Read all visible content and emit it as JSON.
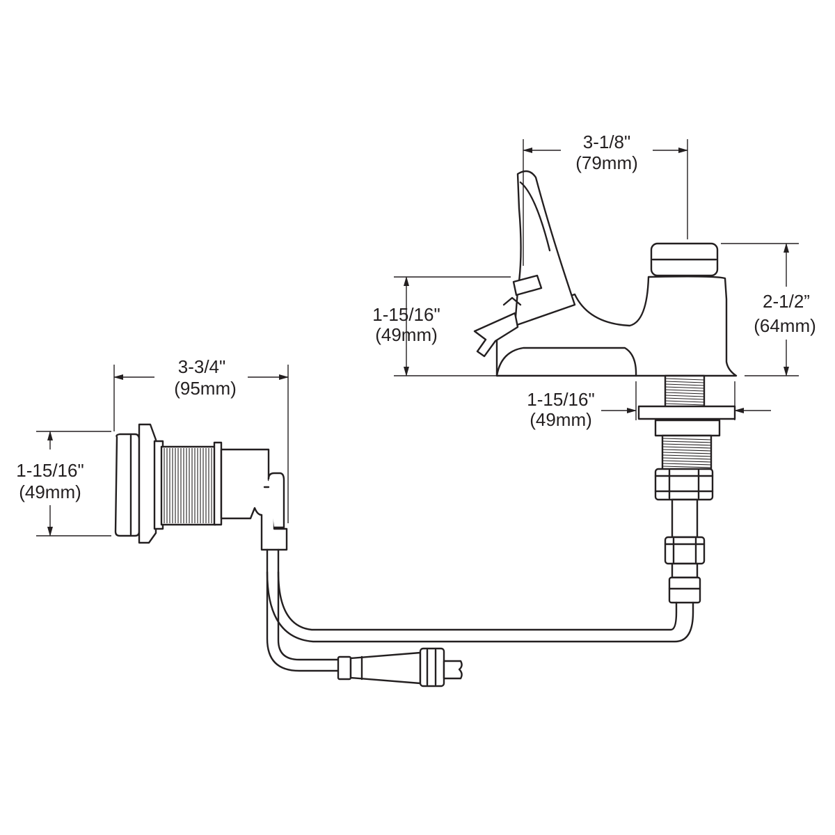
{
  "dimensions": {
    "spout_width": {
      "imperial": "3-1/8\"",
      "metric": "(79mm)"
    },
    "spout_height": {
      "imperial": "1-15/16\"",
      "metric": "(49mm)"
    },
    "body_height": {
      "imperial": "2-1/2”",
      "metric": "(64mm)"
    },
    "base_diameter": {
      "imperial": "1-15/16\"",
      "metric": "(49mm)"
    },
    "button_length": {
      "imperial": "3-3/4\"",
      "metric": "(95mm)"
    },
    "button_height": {
      "imperial": "1-15/16\"",
      "metric": "(49mm)"
    }
  }
}
